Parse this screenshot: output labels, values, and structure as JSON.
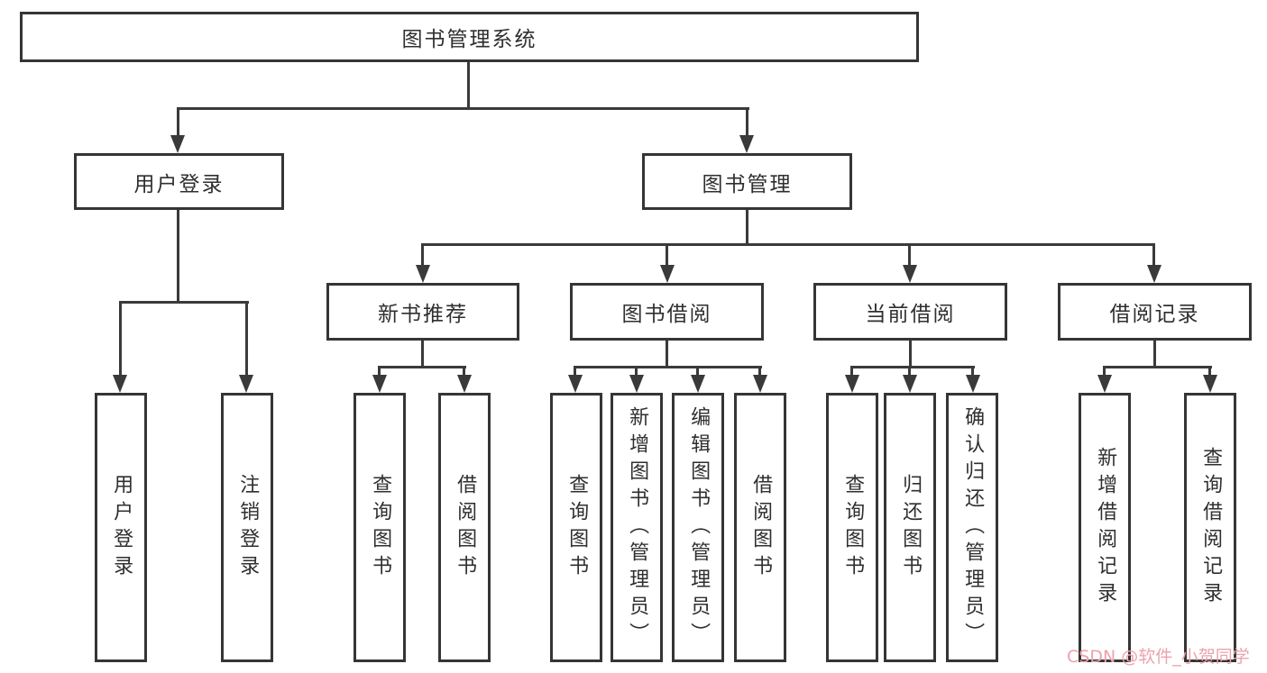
{
  "tree": {
    "label": "图书管理系统",
    "children": [
      {
        "label": "用户登录",
        "children": [
          {
            "label": "用户登录"
          },
          {
            "label": "注销登录"
          }
        ]
      },
      {
        "label": "图书管理",
        "children": [
          {
            "label": "新书推荐",
            "children": [
              {
                "label": "查询图书"
              },
              {
                "label": "借阅图书"
              }
            ]
          },
          {
            "label": "图书借阅",
            "children": [
              {
                "label": "查询图书"
              },
              {
                "label": "新增图书（管理员）"
              },
              {
                "label": "编辑图书（管理员）"
              },
              {
                "label": "借阅图书"
              }
            ]
          },
          {
            "label": "当前借阅",
            "children": [
              {
                "label": "查询图书"
              },
              {
                "label": "归还图书"
              },
              {
                "label": "确认归还（管理员）"
              }
            ]
          },
          {
            "label": "借阅记录",
            "children": [
              {
                "label": "新增借阅记录"
              },
              {
                "label": "查询借阅记录"
              }
            ]
          }
        ]
      }
    ]
  },
  "watermark": {
    "text": "CSDN @软件_小贺同学",
    "color": "#eba3ac"
  },
  "style": {
    "line_color": "#3a3a3a",
    "border_color": "#353535",
    "background": "#ffffff"
  }
}
